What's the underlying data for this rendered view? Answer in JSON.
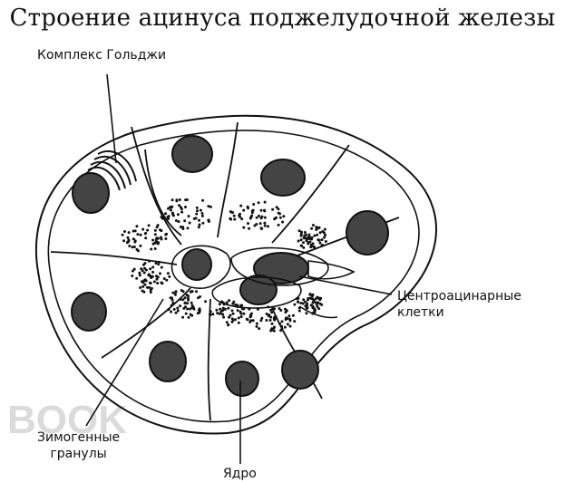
{
  "title": "Строение ацинуса поджелудочной железы",
  "labels": {
    "golgi": "Комплекс Гольджи",
    "centroacinar_line1": "Центроацинарные",
    "centroacinar_line2": "клетки",
    "zymogen_line1": "Зимогенные",
    "zymogen_line2": "гранулы",
    "nucleus": "Ядро"
  },
  "watermark": "BOOK",
  "colors": {
    "ink": "#111111",
    "background": "#ffffff",
    "watermark": "#cfcfcf"
  }
}
